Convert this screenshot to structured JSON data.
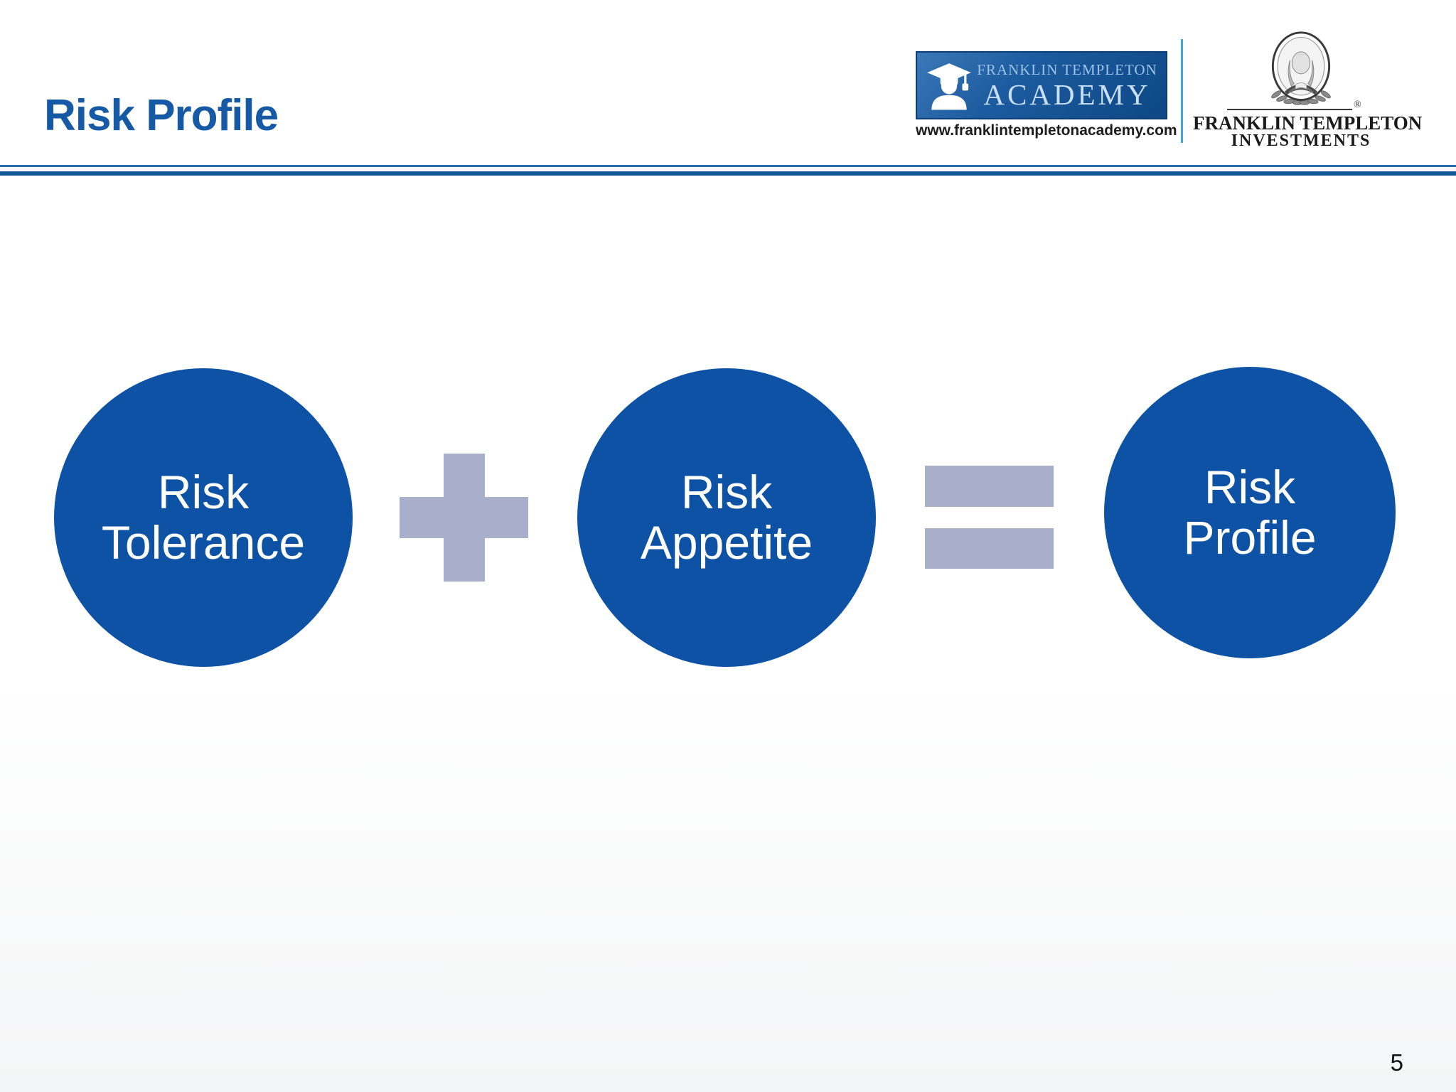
{
  "slide": {
    "title": "Risk Profile",
    "page_number": "5"
  },
  "header": {
    "academy_logo": {
      "icon": "graduate-icon",
      "brand": "FRANKLIN TEMPLETON",
      "name": "ACADEMY",
      "url": "www.franklintempletonacademy.com"
    },
    "ft_logo": {
      "icon": "franklin-medallion-icon",
      "brand": "FRANKLIN TEMPLETON",
      "division": "INVESTMENTS",
      "registered": "®"
    }
  },
  "diagram": {
    "nodes": [
      {
        "line1": "Risk",
        "line2": "Tolerance"
      },
      {
        "line1": "Risk",
        "line2": "Appetite"
      },
      {
        "line1": "Risk",
        "line2": "Profile"
      }
    ],
    "operators": [
      {
        "icon": "plus-icon",
        "symbol": "+"
      },
      {
        "icon": "equals-icon",
        "symbol": "="
      }
    ]
  },
  "colors": {
    "circle_blue": "#0D52A4",
    "operator_gray": "#A9AFCB",
    "title_blue": "#1659A4",
    "separator_top": "#2A6BA9",
    "separator_bottom": "#15569C",
    "divider_light_blue": "#3FA3DC",
    "academy_box_blue": "#1C5B9F",
    "academy_text_light_blue": "#C8DFF6"
  }
}
